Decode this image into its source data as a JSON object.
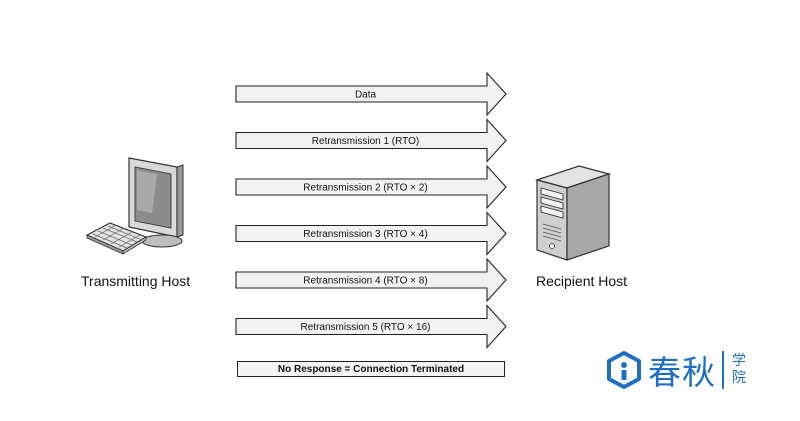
{
  "transmitting_host": {
    "label": "Transmitting Host"
  },
  "recipient_host": {
    "label": "Recipient Host"
  },
  "arrows": [
    {
      "label": "Data"
    },
    {
      "label": "Retransmission 1 (RTO)"
    },
    {
      "label": "Retransmission 2 (RTO × 2)"
    },
    {
      "label": "Retransmission 3 (RTO × 4)"
    },
    {
      "label": "Retransmission 4 (RTO × 8)"
    },
    {
      "label": "Retransmission 5 (RTO × 16)"
    }
  ],
  "termination": {
    "label": "No Response = Connection Terminated"
  },
  "logo": {
    "main": "春秋",
    "sub_top": "学",
    "sub_bottom": "院",
    "color": "#1f6fc2"
  }
}
